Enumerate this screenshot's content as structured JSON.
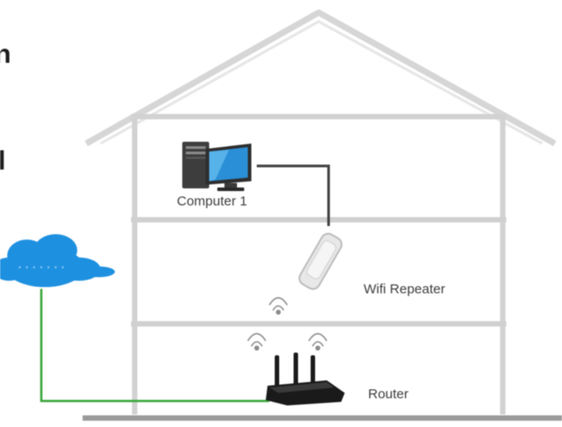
{
  "diagram": {
    "labels": {
      "computer": "Computer 1",
      "repeater": "Wifi Repeater",
      "router": "Router"
    },
    "left_edge_text": {
      "top": "n",
      "middle": "l"
    },
    "colors": {
      "house_outline": "#d4d4d4",
      "floor": "#9a9a9a",
      "cloud": "#1e90e0",
      "cable_internet": "#3aa53a",
      "cable_computer": "#444444",
      "monitor_screen": "#2a8fd6",
      "router_body": "#1a1a1a"
    },
    "icons": [
      "cloud-icon",
      "computer-icon",
      "wifi-repeater-icon",
      "router-icon",
      "wifi-signal-icon"
    ]
  }
}
